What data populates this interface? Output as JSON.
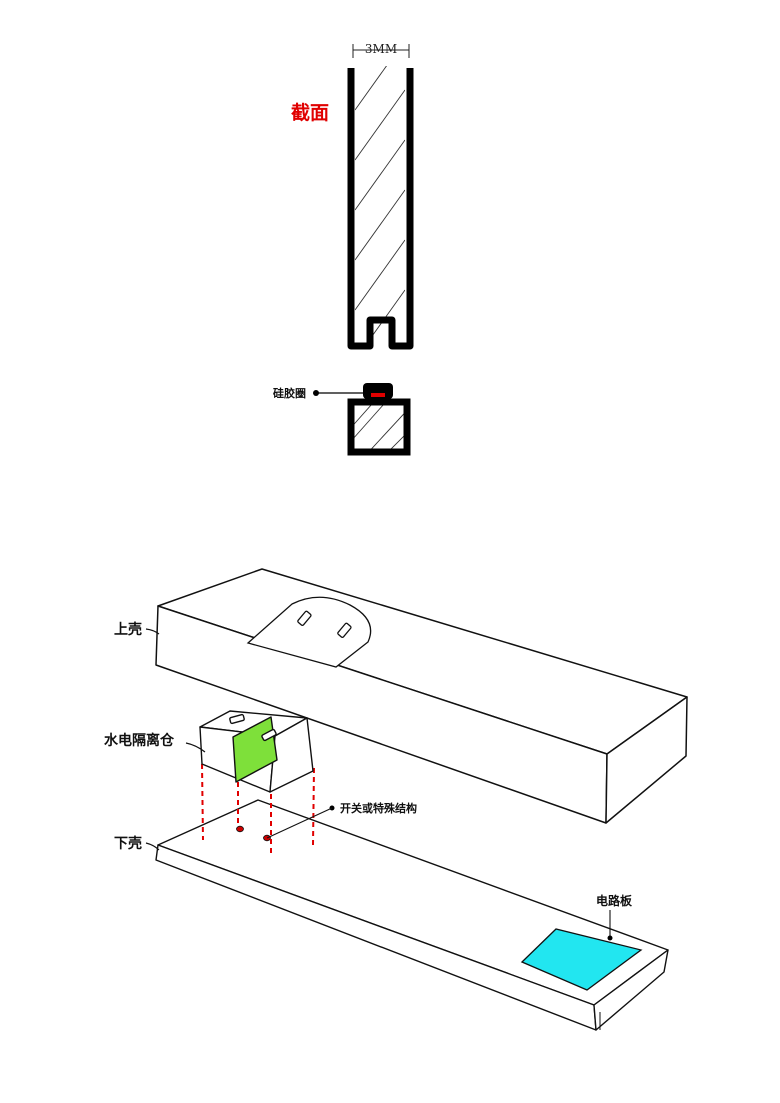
{
  "cross_section": {
    "title": "截面",
    "dimension_label": "3MM",
    "seal_label": "硅胶圈"
  },
  "exploded_view": {
    "upper_shell_label": "上壳",
    "compartment_label": "水电隔离仓",
    "switch_label": "开关或特殊结构",
    "lower_shell_label": "下壳",
    "board_label": "电路板"
  },
  "colors": {
    "title_red": "#e00000",
    "seal_red": "#e00000",
    "compartment_green": "#7ee03a",
    "board_cyan": "#22e6f0",
    "guide_red": "#e00000",
    "ink": "#111111"
  }
}
